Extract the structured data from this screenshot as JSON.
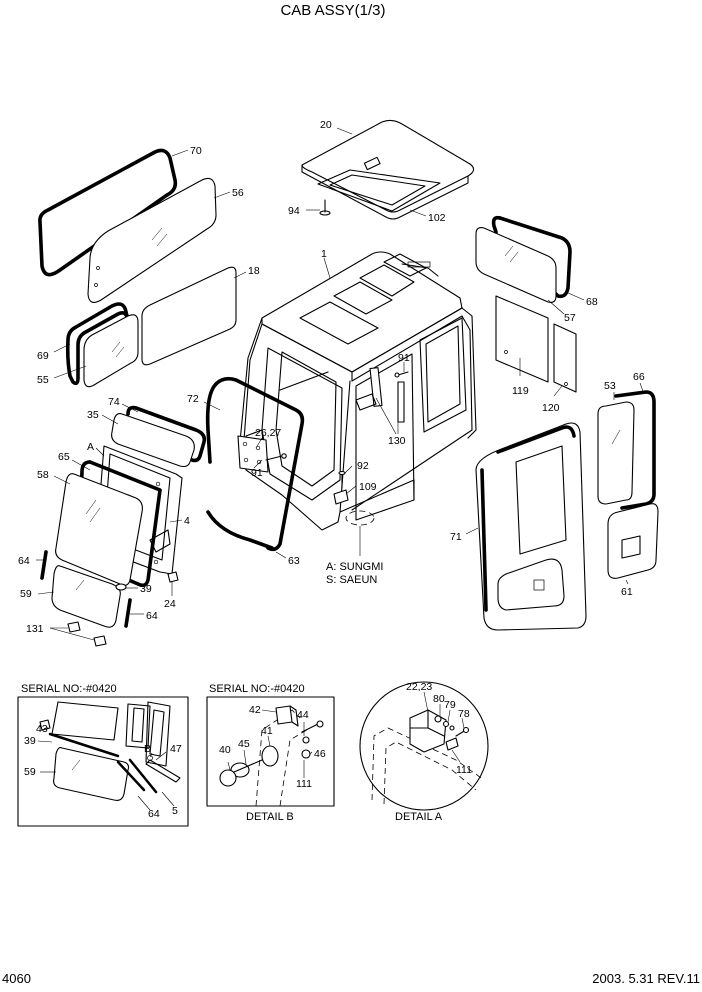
{
  "title": "CAB ASSY(1/3)",
  "page_number": "4060",
  "revision": "2003. 5.31 REV.11",
  "main_callouts": {
    "p70": "70",
    "p56": "56",
    "p20": "20",
    "p94": "94",
    "p102": "102",
    "p18": "18",
    "p1": "1",
    "p69": "69",
    "p55": "55",
    "p68": "68",
    "p57": "57",
    "p91a": "91",
    "p119": "119",
    "p120": "120",
    "p72": "72",
    "p74": "74",
    "p35": "35",
    "p26_27": "26,27",
    "p130": "130",
    "p53": "53",
    "p66": "66",
    "pA": "A",
    "p65": "65",
    "p58": "58",
    "p91b": "91",
    "p92": "92",
    "p109": "109",
    "p4": "4",
    "p71": "71",
    "p64a": "64",
    "p63": "63",
    "p39": "39",
    "p59": "59",
    "p24": "24",
    "p64b": "64",
    "p131": "131",
    "p61": "61"
  },
  "supplier_notes": [
    "A: SUNGMI",
    "S: SAEUN"
  ],
  "inset_left": {
    "serial_label": "SERIAL NO:-#0420",
    "callouts": {
      "p43": "43",
      "p39": "39",
      "pB": "B",
      "p47": "47",
      "p59": "59",
      "p64": "64",
      "p5": "5"
    }
  },
  "inset_center": {
    "serial_label": "SERIAL NO:-#0420",
    "caption": "DETAIL B",
    "callouts": {
      "p42": "42",
      "p44": "44",
      "p41": "41",
      "p45": "45",
      "p40": "40",
      "p46": "46",
      "p111": "111"
    }
  },
  "inset_right": {
    "caption": "DETAIL A",
    "callouts": {
      "p22_23": "22,23",
      "p80": "80",
      "p79": "79",
      "p78": "78",
      "p111": "111"
    }
  }
}
